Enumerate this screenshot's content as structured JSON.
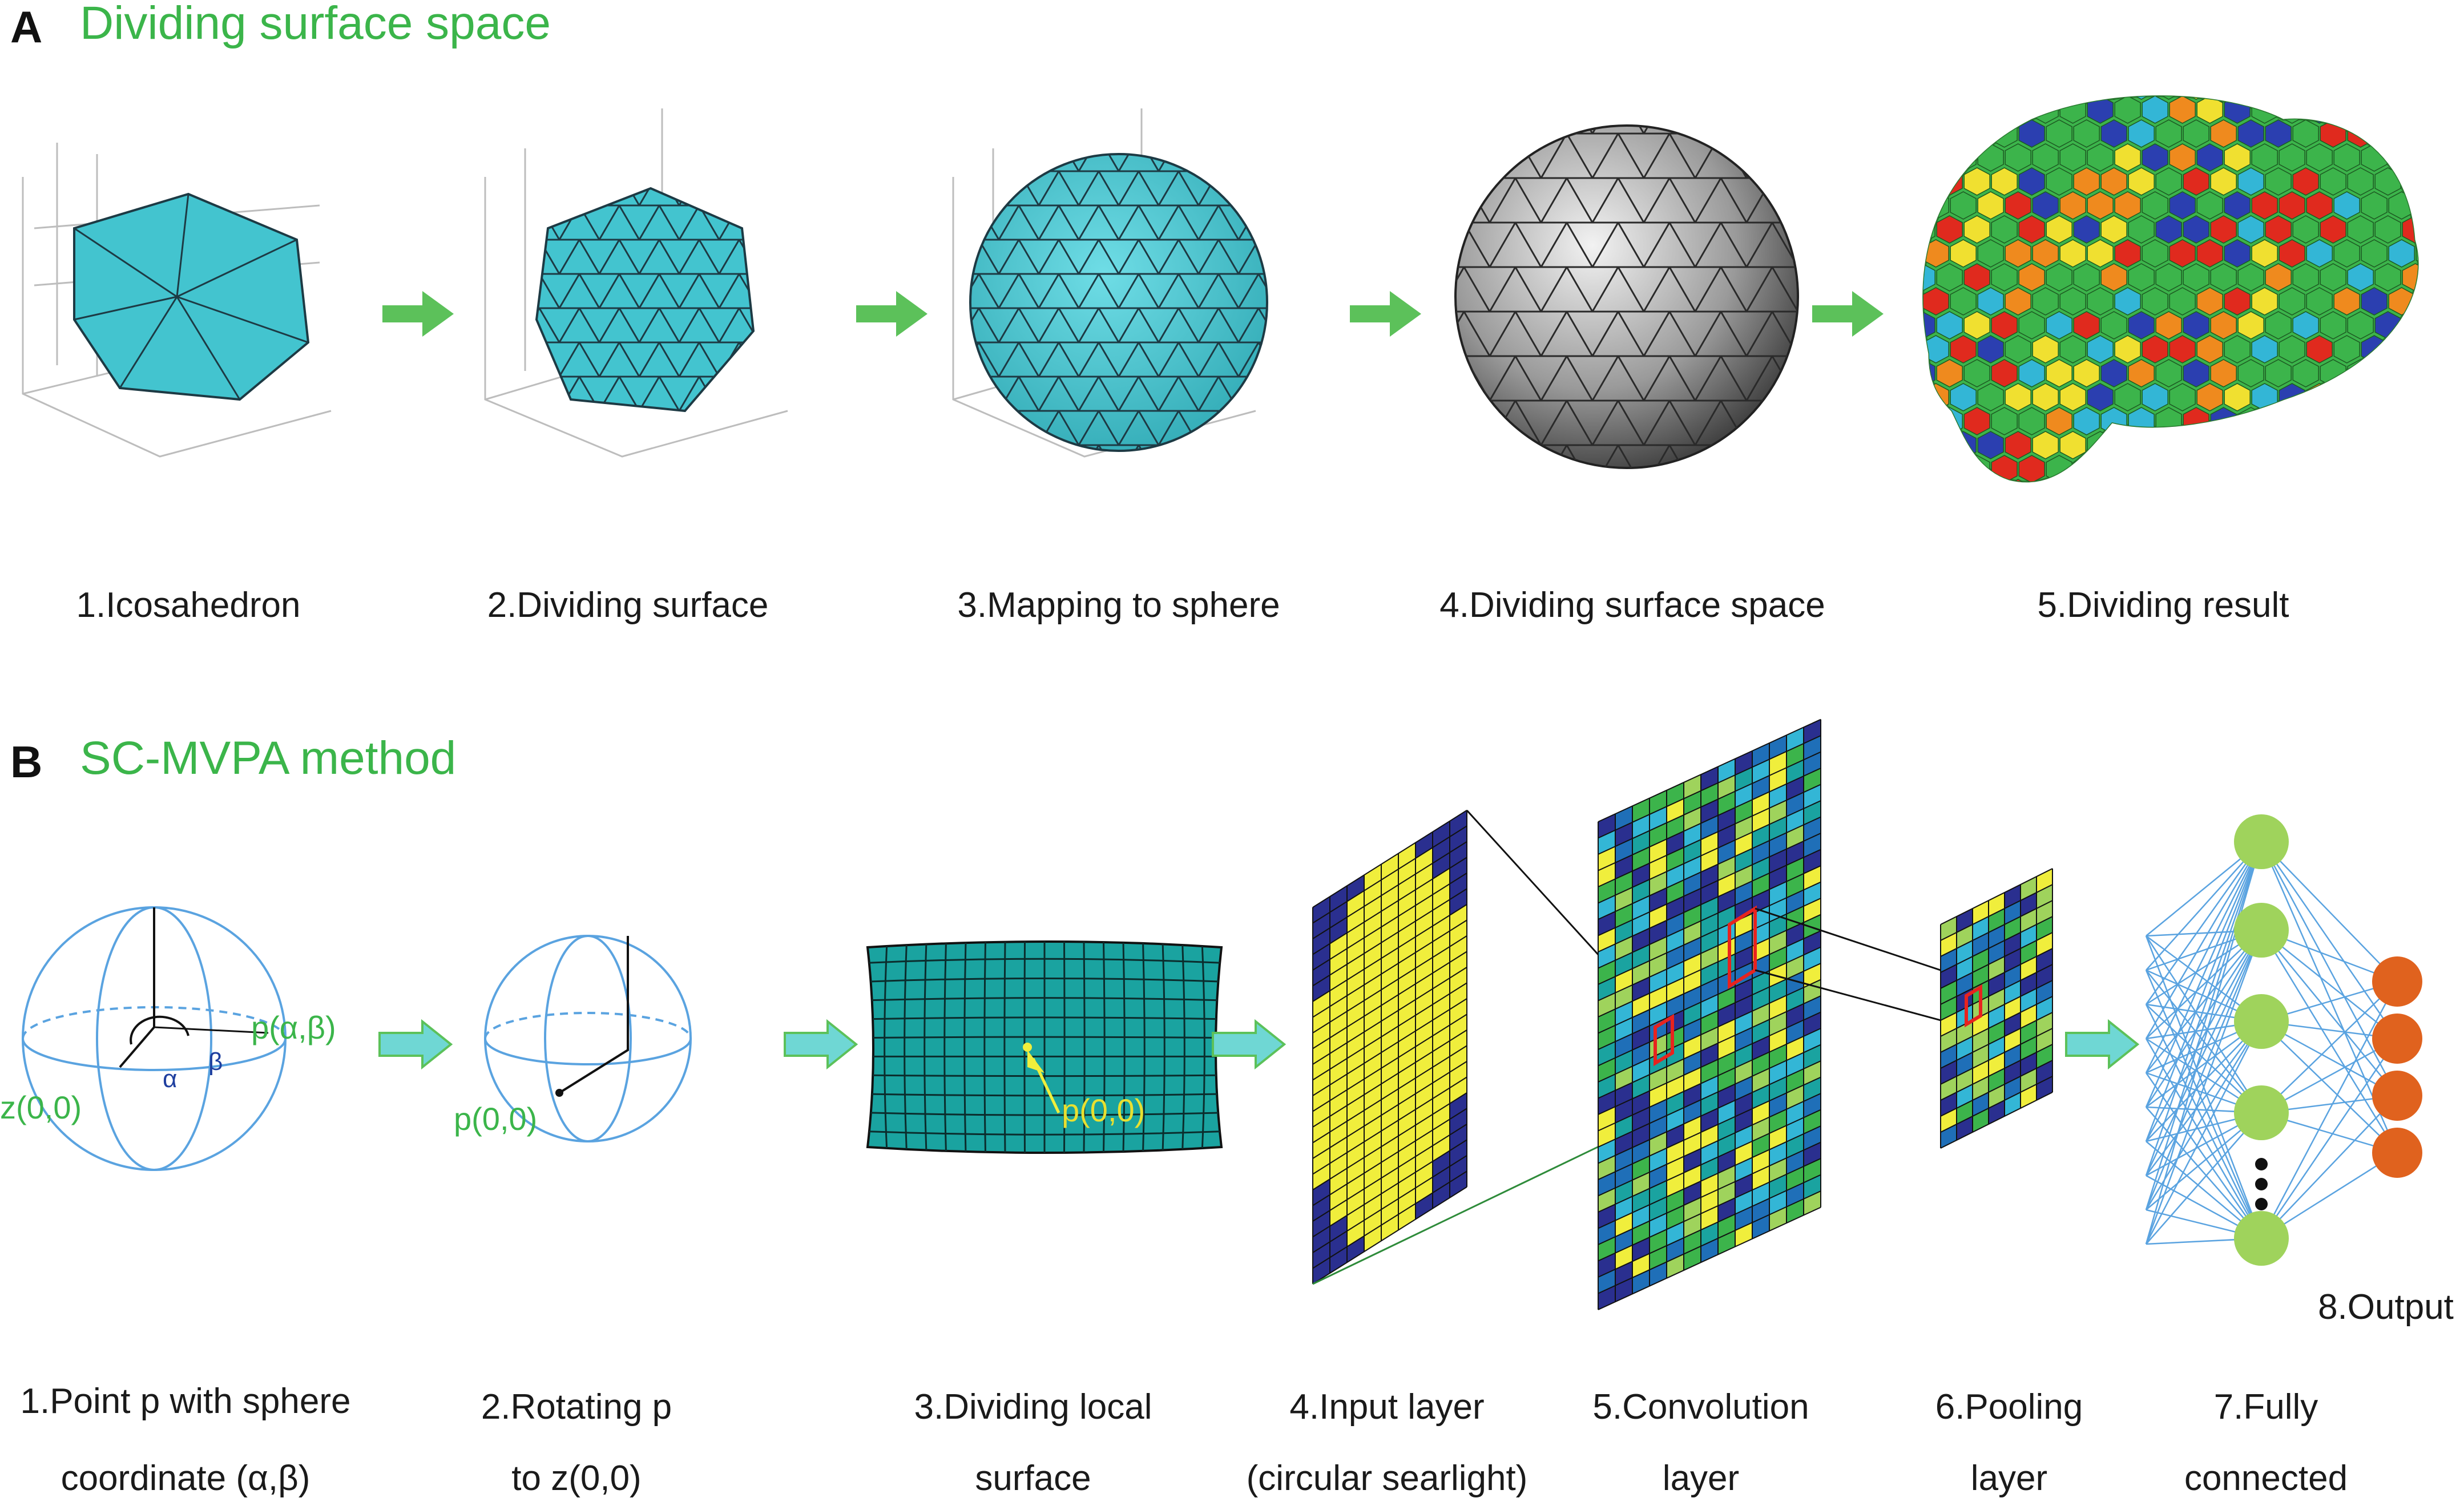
{
  "panel_a": {
    "letter": "A",
    "title": "Dividing surface space",
    "steps": [
      "1.Icosahedron",
      "2.Dividing surface",
      "3.Mapping to sphere",
      "4.Dividing surface space",
      "5.Dividing result"
    ]
  },
  "panel_b": {
    "letter": "B",
    "title": "SC-MVPA method",
    "point_label": "p(α,β)",
    "origin_label": "z(0,0)",
    "alpha": "α",
    "beta": "β",
    "rotated_label": "p(0,0)",
    "surface_label": "p(0,0)",
    "output_top": "8.Output",
    "steps": [
      {
        "line1": "1.Point p with sphere",
        "line2": "coordinate (α,β)"
      },
      {
        "line1": "2.Rotating p",
        "line2": "to z(0,0)"
      },
      {
        "line1": "3.Dividing local",
        "line2": "surface"
      },
      {
        "line1": "4.Input layer",
        "line2": "(circular searlight)"
      },
      {
        "line1": "5.Convolution",
        "line2": "layer"
      },
      {
        "line1": "6.Pooling",
        "line2": "layer"
      },
      {
        "line1": "7.Fully",
        "line2": "connected"
      }
    ]
  },
  "colors": {
    "cyan": "#43c4cf",
    "arrow": "#5cc15a",
    "title_green": "#3bb54a",
    "sphere_blue": "#5aa3e0",
    "teal_grid": "#1aa3a0",
    "yellow": "#f0ee3c",
    "navy": "#2a2f8f",
    "node_green": "#9fd35c",
    "node_orange": "#e0621e"
  }
}
